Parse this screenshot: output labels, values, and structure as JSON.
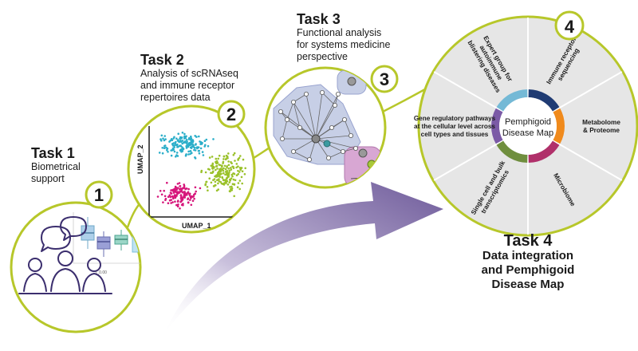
{
  "tasks": [
    {
      "number": "1",
      "title": "Task 1",
      "lines": [
        "Biometrical",
        "support"
      ]
    },
    {
      "number": "2",
      "title": "Task 2",
      "lines": [
        "Analysis of scRNAseq",
        "and immune receptor",
        "repertoires data"
      ]
    },
    {
      "number": "3",
      "title": "Task 3",
      "lines": [
        "Functional analysis",
        "for systems medicine",
        "perspective"
      ]
    },
    {
      "number": "4",
      "title": "Task 4",
      "lines": [
        "Data integration",
        "and Pemphigoid",
        "Disease Map"
      ]
    }
  ],
  "umap": {
    "xlabel": "UMAP_1",
    "ylabel": "UMAP_2"
  },
  "boxplot": {
    "xtick": "t_0.00"
  },
  "disease_map": {
    "center_lines": [
      "Pemphigoid",
      "Disease Map"
    ],
    "segments": [
      {
        "lines": [
          "Immune receptor",
          "sequencing"
        ],
        "color": "#1f3b73"
      },
      {
        "lines": [
          "Metabolome",
          "& Proteome"
        ],
        "color": "#f08a1c"
      },
      {
        "lines": [
          "Microbiome"
        ],
        "color": "#b0306a"
      },
      {
        "lines": [
          "Single cell and bulk",
          "transcriptomics"
        ],
        "color": "#6f8e3e"
      },
      {
        "lines": [
          "Gene regulatory pathways",
          "at the cellular level across",
          "cell types and tissues"
        ],
        "color": "#7b5aa6"
      },
      {
        "lines": [
          "Expert group for",
          "autoimmune",
          "blistering diseases"
        ],
        "color": "#74b9d6"
      }
    ]
  },
  "colors": {
    "ring": "#b7c72a",
    "disk": "#e5e5e5",
    "arrow": "#6e5a9a",
    "cyan": "#2aaec9",
    "green": "#9ac12a",
    "magenta": "#d6157a"
  }
}
